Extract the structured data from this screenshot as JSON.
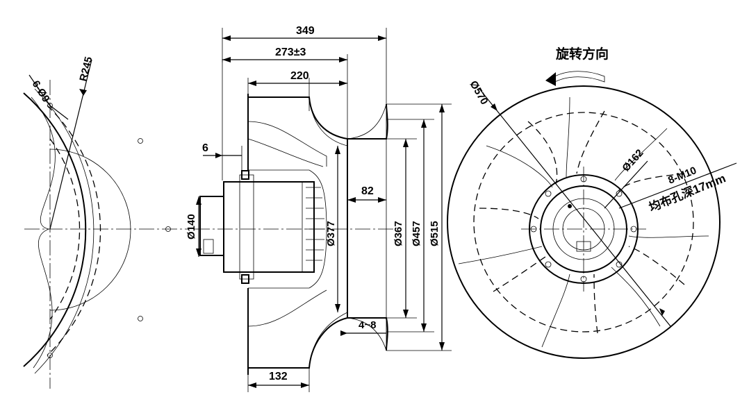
{
  "drawing": {
    "left_view": {
      "hole_label": "6-Ø9",
      "radius_label": "R245"
    },
    "side_view": {
      "dim_overall_length": "349",
      "dim_inlet_to_motor": "273±3",
      "dim_body_length": "220",
      "dim_flange": "6",
      "dim_motor_diameter": "Ø140",
      "dim_hub_diameter": "Ø377",
      "dim_inlet_depth": "82",
      "dim_inlet_diameter": "Ø367",
      "dim_ring_diameter": "Ø457",
      "dim_outer_ring_diameter": "Ø515",
      "dim_gap": "4~8",
      "dim_blade_width": "132"
    },
    "front_view": {
      "rotation_label": "旋转方向",
      "dim_impeller_diameter": "Ø570",
      "dim_hub_bolt_circle": "Ø162",
      "thread_label": "8-M10",
      "thread_note": "均布孔深17mm"
    }
  }
}
